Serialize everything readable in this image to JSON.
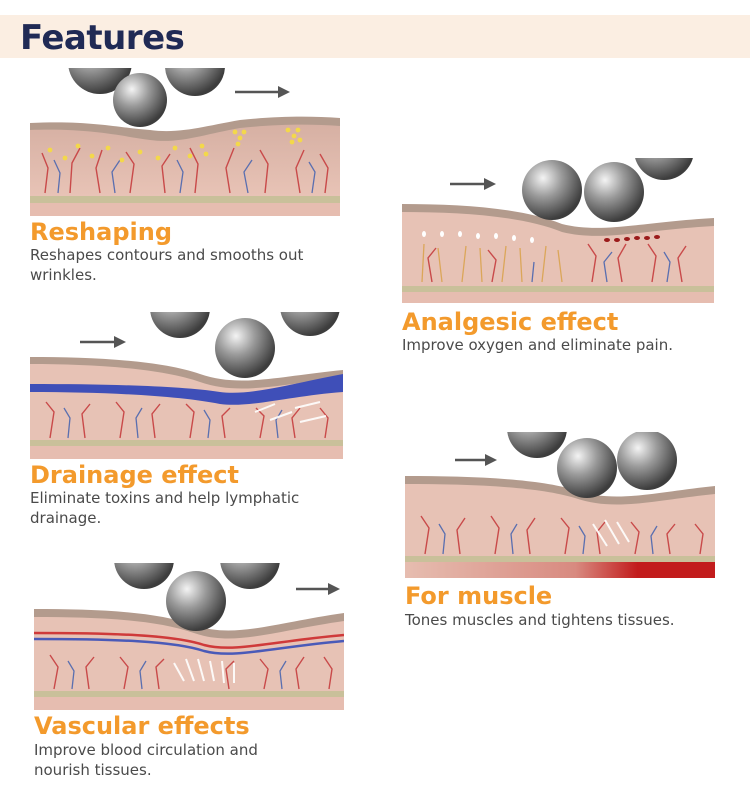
{
  "header": {
    "title": "Features"
  },
  "features": [
    {
      "title": "Reshaping",
      "description": "Reshapes contours and  smooths out wrinkles."
    },
    {
      "title": "Analgesic effect",
      "description": "Improve oxygen and  eliminate pain."
    },
    {
      "title": "Drainage effect",
      "description": "Eliminate toxins and help  lymphatic drainage."
    },
    {
      "title": "For muscle",
      "description": "Tones muscles and tightens  tissues."
    },
    {
      "title": "Vascular effects",
      "description": "Improve blood circulation and nourish tissues."
    }
  ],
  "colors": {
    "header_bg": "#fbeee2",
    "header_text": "#202a55",
    "title_orange": "#f39a2c",
    "skin": "#e9c3b6"
  },
  "icons": [
    "right-arrow-icon",
    "roller-ball-icon"
  ]
}
